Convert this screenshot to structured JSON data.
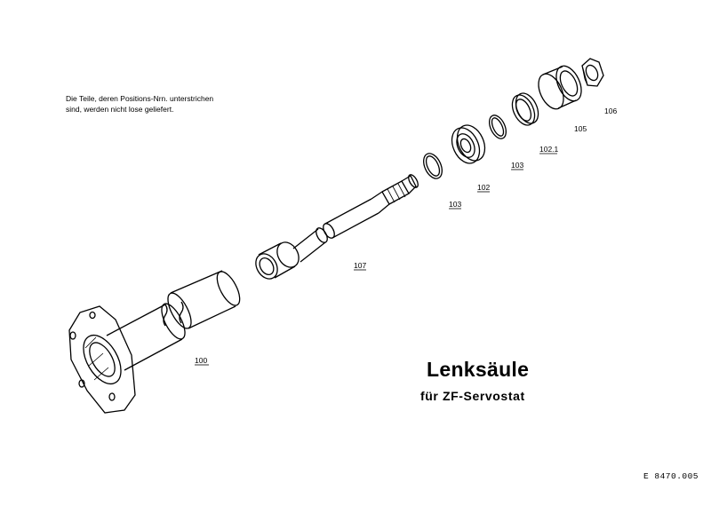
{
  "note": {
    "line1": "Die Teile, deren Positions-Nrn. unterstrichen",
    "line2": "sind, werden nicht lose geliefert."
  },
  "title": "Lenksäule",
  "subtitle": "für ZF-Servostat",
  "document_number": "E  8470.005",
  "parts": [
    {
      "id": "100",
      "underlined": true
    },
    {
      "id": "107",
      "underlined": true
    },
    {
      "id": "103",
      "underlined": true
    },
    {
      "id": "102",
      "underlined": true
    },
    {
      "id": "103",
      "underlined": true
    },
    {
      "id": "102.1",
      "underlined": true
    },
    {
      "id": "105",
      "underlined": false
    },
    {
      "id": "106",
      "underlined": false
    }
  ],
  "colors": {
    "ink": "#000000",
    "paper": "#ffffff"
  }
}
